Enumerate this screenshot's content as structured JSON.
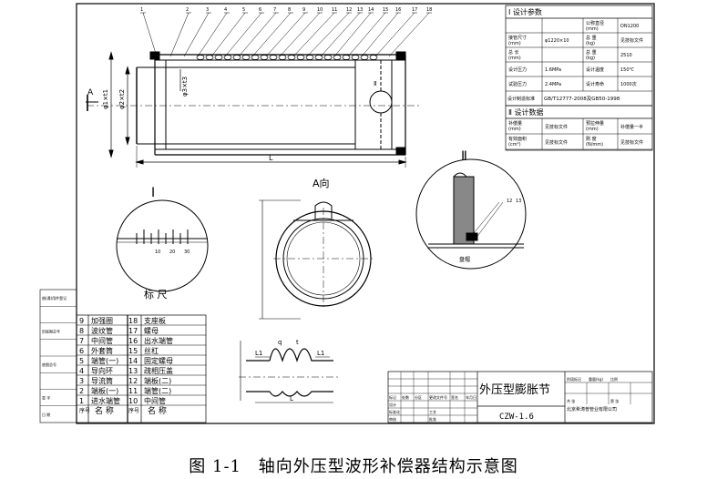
{
  "parts_list": {
    "left": [
      {
        "no": "9",
        "name": "加强圈"
      },
      {
        "no": "8",
        "name": "波纹管"
      },
      {
        "no": "7",
        "name": "中间管"
      },
      {
        "no": "6",
        "name": "外套筒"
      },
      {
        "no": "5",
        "name": "端管(一)"
      },
      {
        "no": "4",
        "name": "导向环"
      },
      {
        "no": "3",
        "name": "导流筒"
      },
      {
        "no": "2",
        "name": "端板(一)"
      },
      {
        "no": "1",
        "name": "进水端管"
      }
    ],
    "right": [
      {
        "no": "18",
        "name": "支座板"
      },
      {
        "no": "17",
        "name": "螺母"
      },
      {
        "no": "16",
        "name": "出水端管"
      },
      {
        "no": "15",
        "name": "丝杠"
      },
      {
        "no": "14",
        "name": "固定螺母"
      },
      {
        "no": "13",
        "name": "疏相压盖"
      },
      {
        "no": "12",
        "name": "端板(二)"
      },
      {
        "no": "11",
        "name": "端管(二)"
      },
      {
        "no": "10",
        "name": "中间管"
      }
    ],
    "header": {
      "seq": "序号",
      "name": "名 称"
    }
  },
  "tech_params": {
    "section1_title": "Ⅰ 设计参数",
    "section2_title": "Ⅱ 设计数据",
    "rows1": [
      [
        "",
        "",
        "公称直径\n(mm)",
        "DN1200"
      ],
      [
        "接管尺寸\n(mm)",
        "φ1220×10",
        "总 重\n(kg)",
        "见技标文件"
      ],
      [
        "总 长\n(mm)",
        "",
        "总 重\n(kg)",
        "2510"
      ],
      [
        "设计压力",
        "1.6MPa",
        "设计温度",
        "150℃"
      ],
      [
        "试验压力",
        "2.4MPa",
        "设计寿命",
        "1000次"
      ],
      [
        "设计制造标准",
        "GB/T12777-2008及GB50-1998",
        "",
        ""
      ]
    ],
    "rows2": [
      [
        "补偿量\n(mm)",
        "见技标文件",
        "预拉伸量\n(mm)",
        "补偿量一半"
      ],
      [
        "有效面积\n(cm²)",
        "见技标文件",
        "刚 度\n(N/mm)",
        "见技标文件"
      ]
    ]
  },
  "title_block": {
    "title": "外压型膨胀节",
    "drawing_no": "CZW-1.6",
    "company": "北京希涛普管业有限公司",
    "labels": [
      "标记",
      "处数",
      "分区",
      "更改文件号",
      "签名",
      "年月日",
      "设计",
      "标准化",
      "审核",
      "工艺",
      "批准",
      "阶段标记",
      "重量(kg)",
      "比例",
      "共 张",
      "第 张"
    ]
  },
  "left_side_block": [
    "借(通)用件登记",
    "",
    "旧底图总号",
    "",
    "底图总号",
    "",
    "签 字",
    "日 期"
  ],
  "view_labels": {
    "view_a": "A向",
    "detail1": "Ⅰ",
    "detail2": "Ⅱ",
    "scale_label": "标 尺",
    "arrow_a": "A",
    "dim_L": "L",
    "dim_phi1": "φ1×t1",
    "dim_phi2": "φ2×t2",
    "dim_phi3": "φ3×t3",
    "dim_L1": "L1",
    "dim_q": "q",
    "dim_t": "t",
    "detail2_part": "盘帽",
    "scale_marks": [
      "10",
      "20",
      "30"
    ],
    "balloons": [
      "1",
      "2",
      "3",
      "4",
      "5",
      "6",
      "7",
      "8",
      "9",
      "10",
      "11",
      "12",
      "13",
      "14",
      "15",
      "16",
      "17",
      "18"
    ],
    "detail2_balloons": [
      "12",
      "13"
    ]
  },
  "caption": {
    "figure_no": "图 1-1",
    "text": "轴向外压型波形补偿器结构示意图"
  }
}
